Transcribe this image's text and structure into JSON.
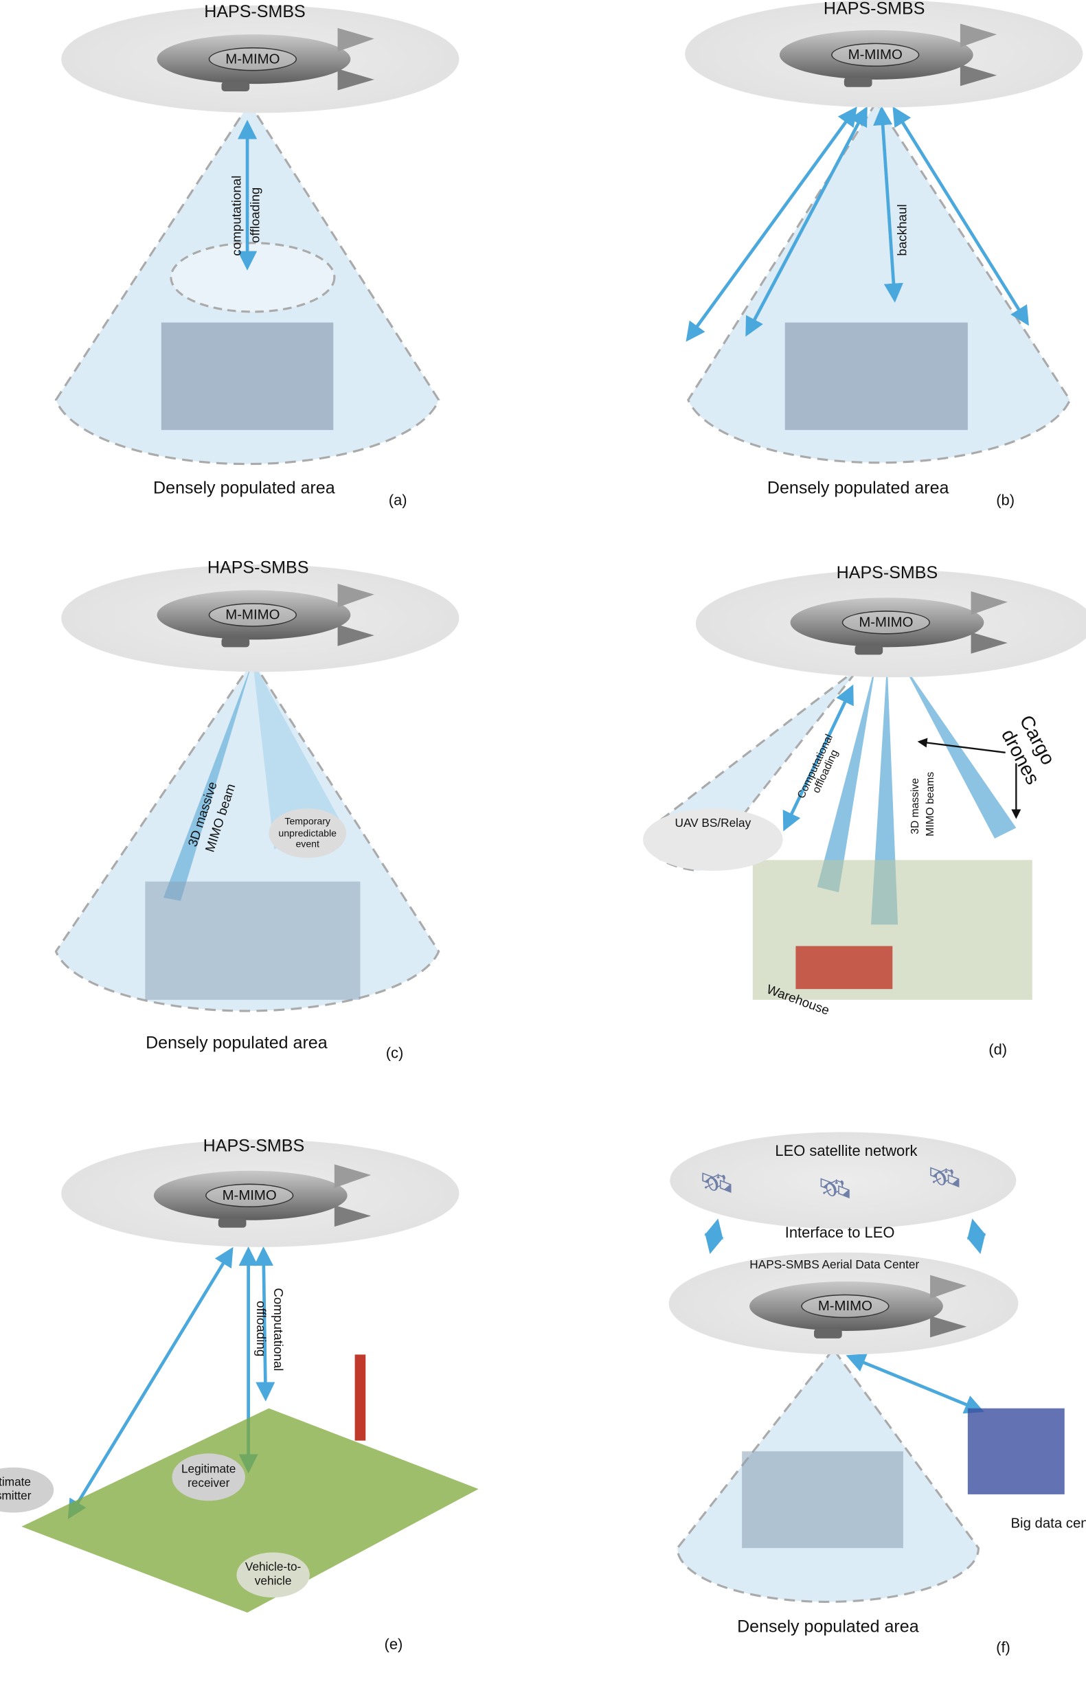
{
  "common": {
    "haps_label": "HAPS-SMBS",
    "mimo_label": "M-MIMO",
    "area_label": "Densely populated area"
  },
  "panels": {
    "a": {
      "id": "(a)",
      "link_label_1": "computational",
      "link_label_2": "offloading"
    },
    "b": {
      "id": "(b)",
      "link_label": "backhaul"
    },
    "c": {
      "id": "(c)",
      "beam_label_1": "3D massive",
      "beam_label_2": "MIMO beam",
      "event_label": "Temporary unpredictable event"
    },
    "d": {
      "id": "(d)",
      "offload_label_1": "Computational",
      "offload_label_2": "offloading",
      "uav_label": "UAV BS/Relay",
      "beams_label_1": "3D massive",
      "beams_label_2": "MIMO beams",
      "cargo_label_1": "Cargo",
      "cargo_label_2": "drones",
      "warehouse_label": "Warehouse"
    },
    "e": {
      "id": "(e)",
      "offload_label_1": "Computational",
      "offload_label_2": "offloading",
      "receiver_label": "Legitimate receiver",
      "transmitter_label": "gitimate nsmitter",
      "v2v_label": "Vehicle-to-vehicle"
    },
    "f": {
      "id": "(f)",
      "leo_label": "LEO satellite network",
      "interface_label": "Interface to LEO",
      "haps_dc_label": "HAPS-SMBS Aerial Data Center",
      "bigdata_label": "Big data center"
    }
  },
  "colors": {
    "link": "#4aa8dc",
    "cone": "#cfe6f3",
    "cloud": "#e4e4e4"
  }
}
